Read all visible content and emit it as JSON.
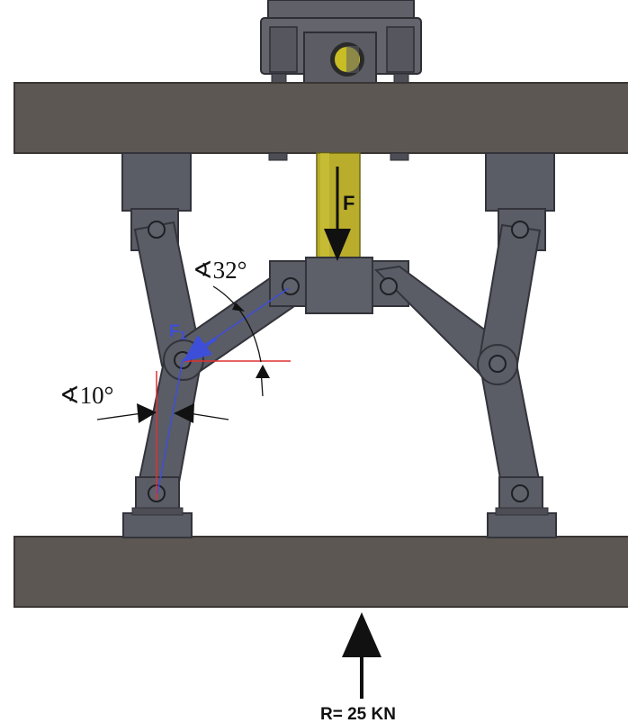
{
  "labels": {
    "force_f": "F",
    "force_f1": "F",
    "force_f1_sub": "1",
    "angle_top": "∢32°",
    "angle_bottom": "∢10°",
    "reaction": "R= 25 KN"
  },
  "colors": {
    "plate": "#5c5753",
    "plate_edge": "#3f3b38",
    "link": "#5a5c66",
    "link_edge": "#33343b",
    "rod": "#b8ac2a",
    "force_f1": "#3d4fd8",
    "reference_line": "#e03030"
  }
}
